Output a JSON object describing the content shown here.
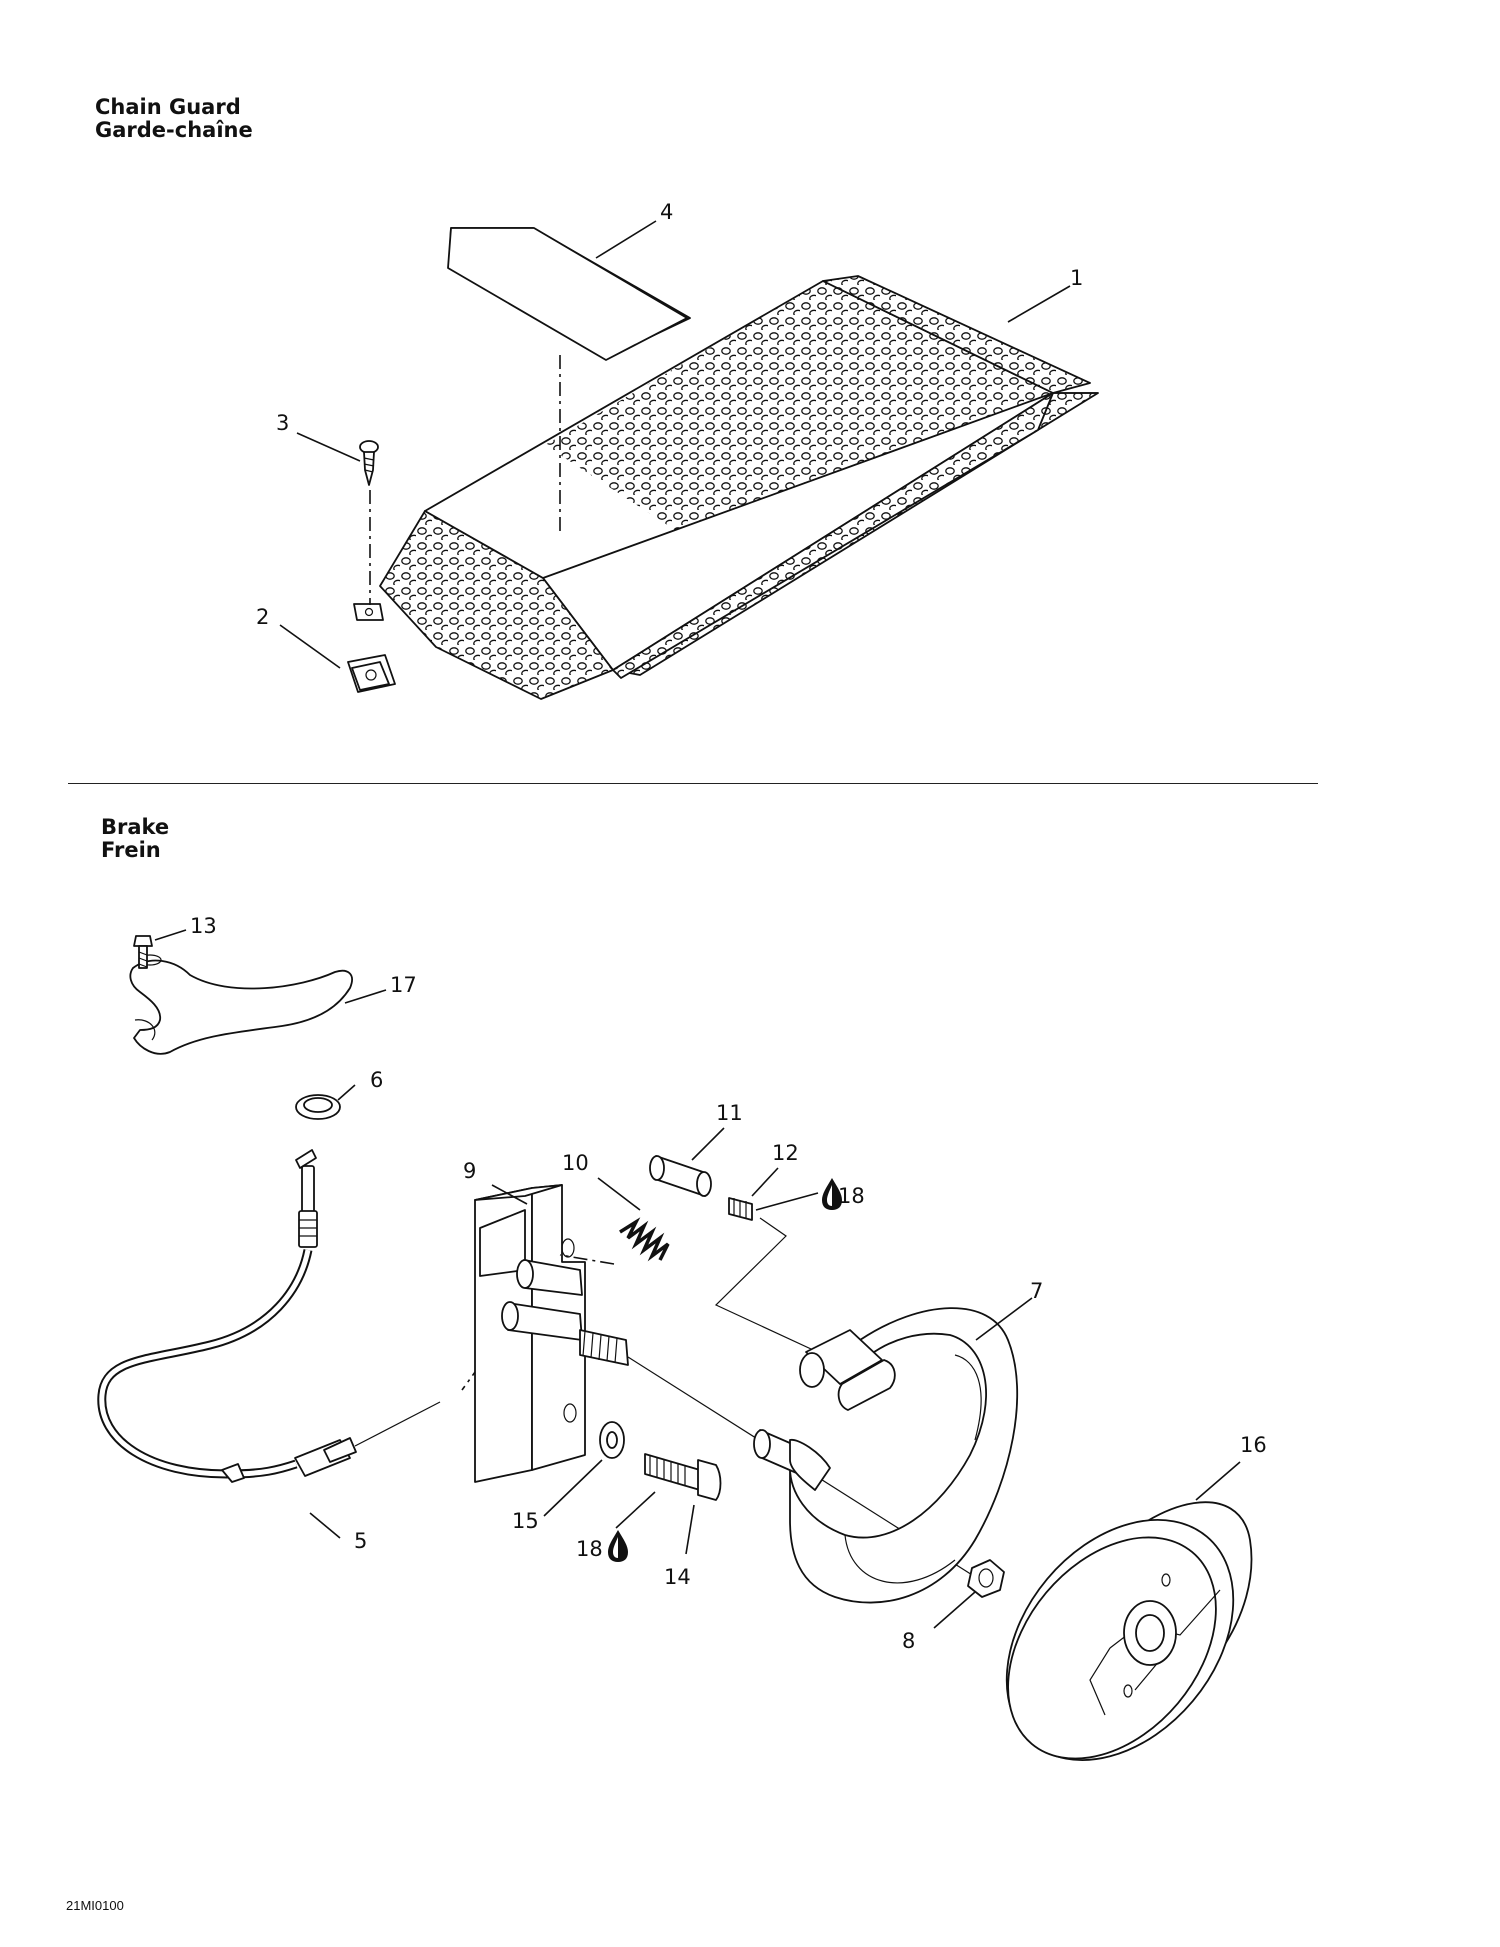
{
  "sections": {
    "chain_guard": {
      "title_en": "Chain Guard",
      "title_fr": "Garde-chaîne"
    },
    "brake": {
      "title_en": "Brake",
      "title_fr": "Frein"
    }
  },
  "callouts": {
    "c1": "1",
    "c2": "2",
    "c3": "3",
    "c4": "4",
    "c5": "5",
    "c6": "6",
    "c7": "7",
    "c8": "8",
    "c9": "9",
    "c10": "10",
    "c11": "11",
    "c12": "12",
    "c13": "13",
    "c14": "14",
    "c15": "15",
    "c16": "16",
    "c17": "17",
    "c18a": "18",
    "c18b": "18"
  },
  "icons": {
    "lubricant": "oil-drop-icon"
  },
  "footer": {
    "ref": "21MI0100"
  }
}
